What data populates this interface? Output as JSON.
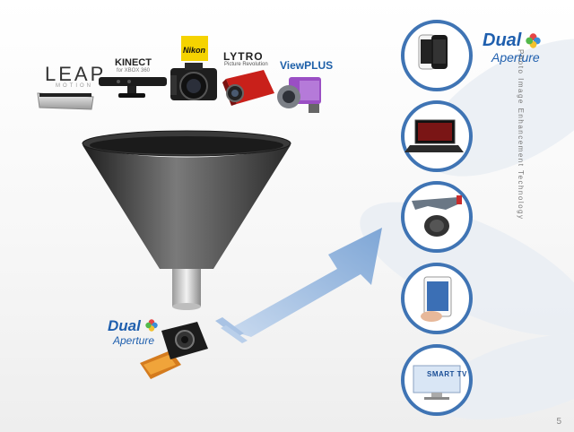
{
  "logos": {
    "leap": "LEAP",
    "leap_sub": "MOTION",
    "kinect": "KINECT",
    "kinect_sub": "for XBOX 360",
    "nikon": "Nikon",
    "lytro": "LYTRO",
    "lytro_sub": "Picture Revolution",
    "viewplus": "ViewPLUS"
  },
  "dual_aperture": {
    "word1": "Dual",
    "word2": "Aperture"
  },
  "side_caption": "Photo Image Enhancement Technology",
  "tv_label": "SMART TV",
  "page_number": "5",
  "colors": {
    "circle_border": "#3f74b4",
    "arrow": "#8fb3de",
    "brand_blue": "#1f5fae"
  },
  "icons": [
    "leap-motion-icon",
    "kinect-sensor-icon",
    "nikon-camera-icon",
    "lytro-camera-icon",
    "viewplus-camera-icon",
    "funnel-icon",
    "camera-module-icon",
    "arrow-icon",
    "smartphone-icon",
    "laptop-icon",
    "smart-glasses-watch-icon",
    "tablet-icon",
    "smart-tv-icon"
  ]
}
